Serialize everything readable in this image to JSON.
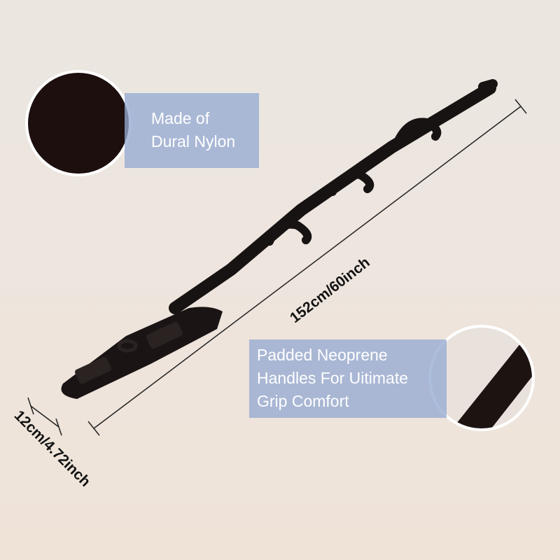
{
  "callouts": {
    "material": {
      "line1": "Made of",
      "line2": "Dural Nylon"
    },
    "handles": {
      "line1": "Padded Neoprene",
      "line2": "Handles For Uitimate",
      "line3": "Grip Comfort"
    }
  },
  "dimensions": {
    "length": "152cm/60inch",
    "width": "12cm/4.72inch"
  },
  "colors": {
    "strap": "#171312",
    "swatch": "#1c0f0e",
    "callout_bg": "#96aad2",
    "background": "#ede5de"
  }
}
